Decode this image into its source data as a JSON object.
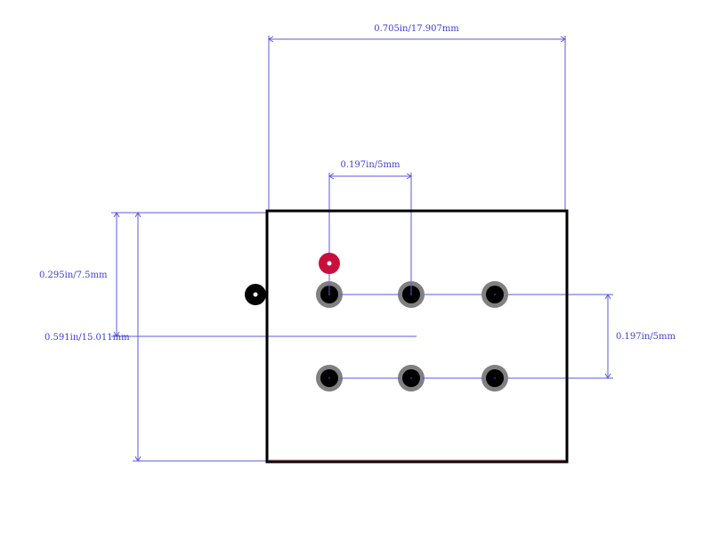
{
  "dimensions": {
    "top_width": "0.705in/17.907mm",
    "pitch_horizontal": "0.197in/5mm",
    "left_half_height": "0.295in/7.5mm",
    "left_full_height": "0.591in/15.011mm",
    "pitch_vertical": "0.197in/5mm"
  },
  "colors": {
    "dimension": "#5a5ae6",
    "outline": "#000000",
    "pad_ring": "#808080",
    "pad_hole": "#000000",
    "pin1_marker": "#c8103c"
  }
}
